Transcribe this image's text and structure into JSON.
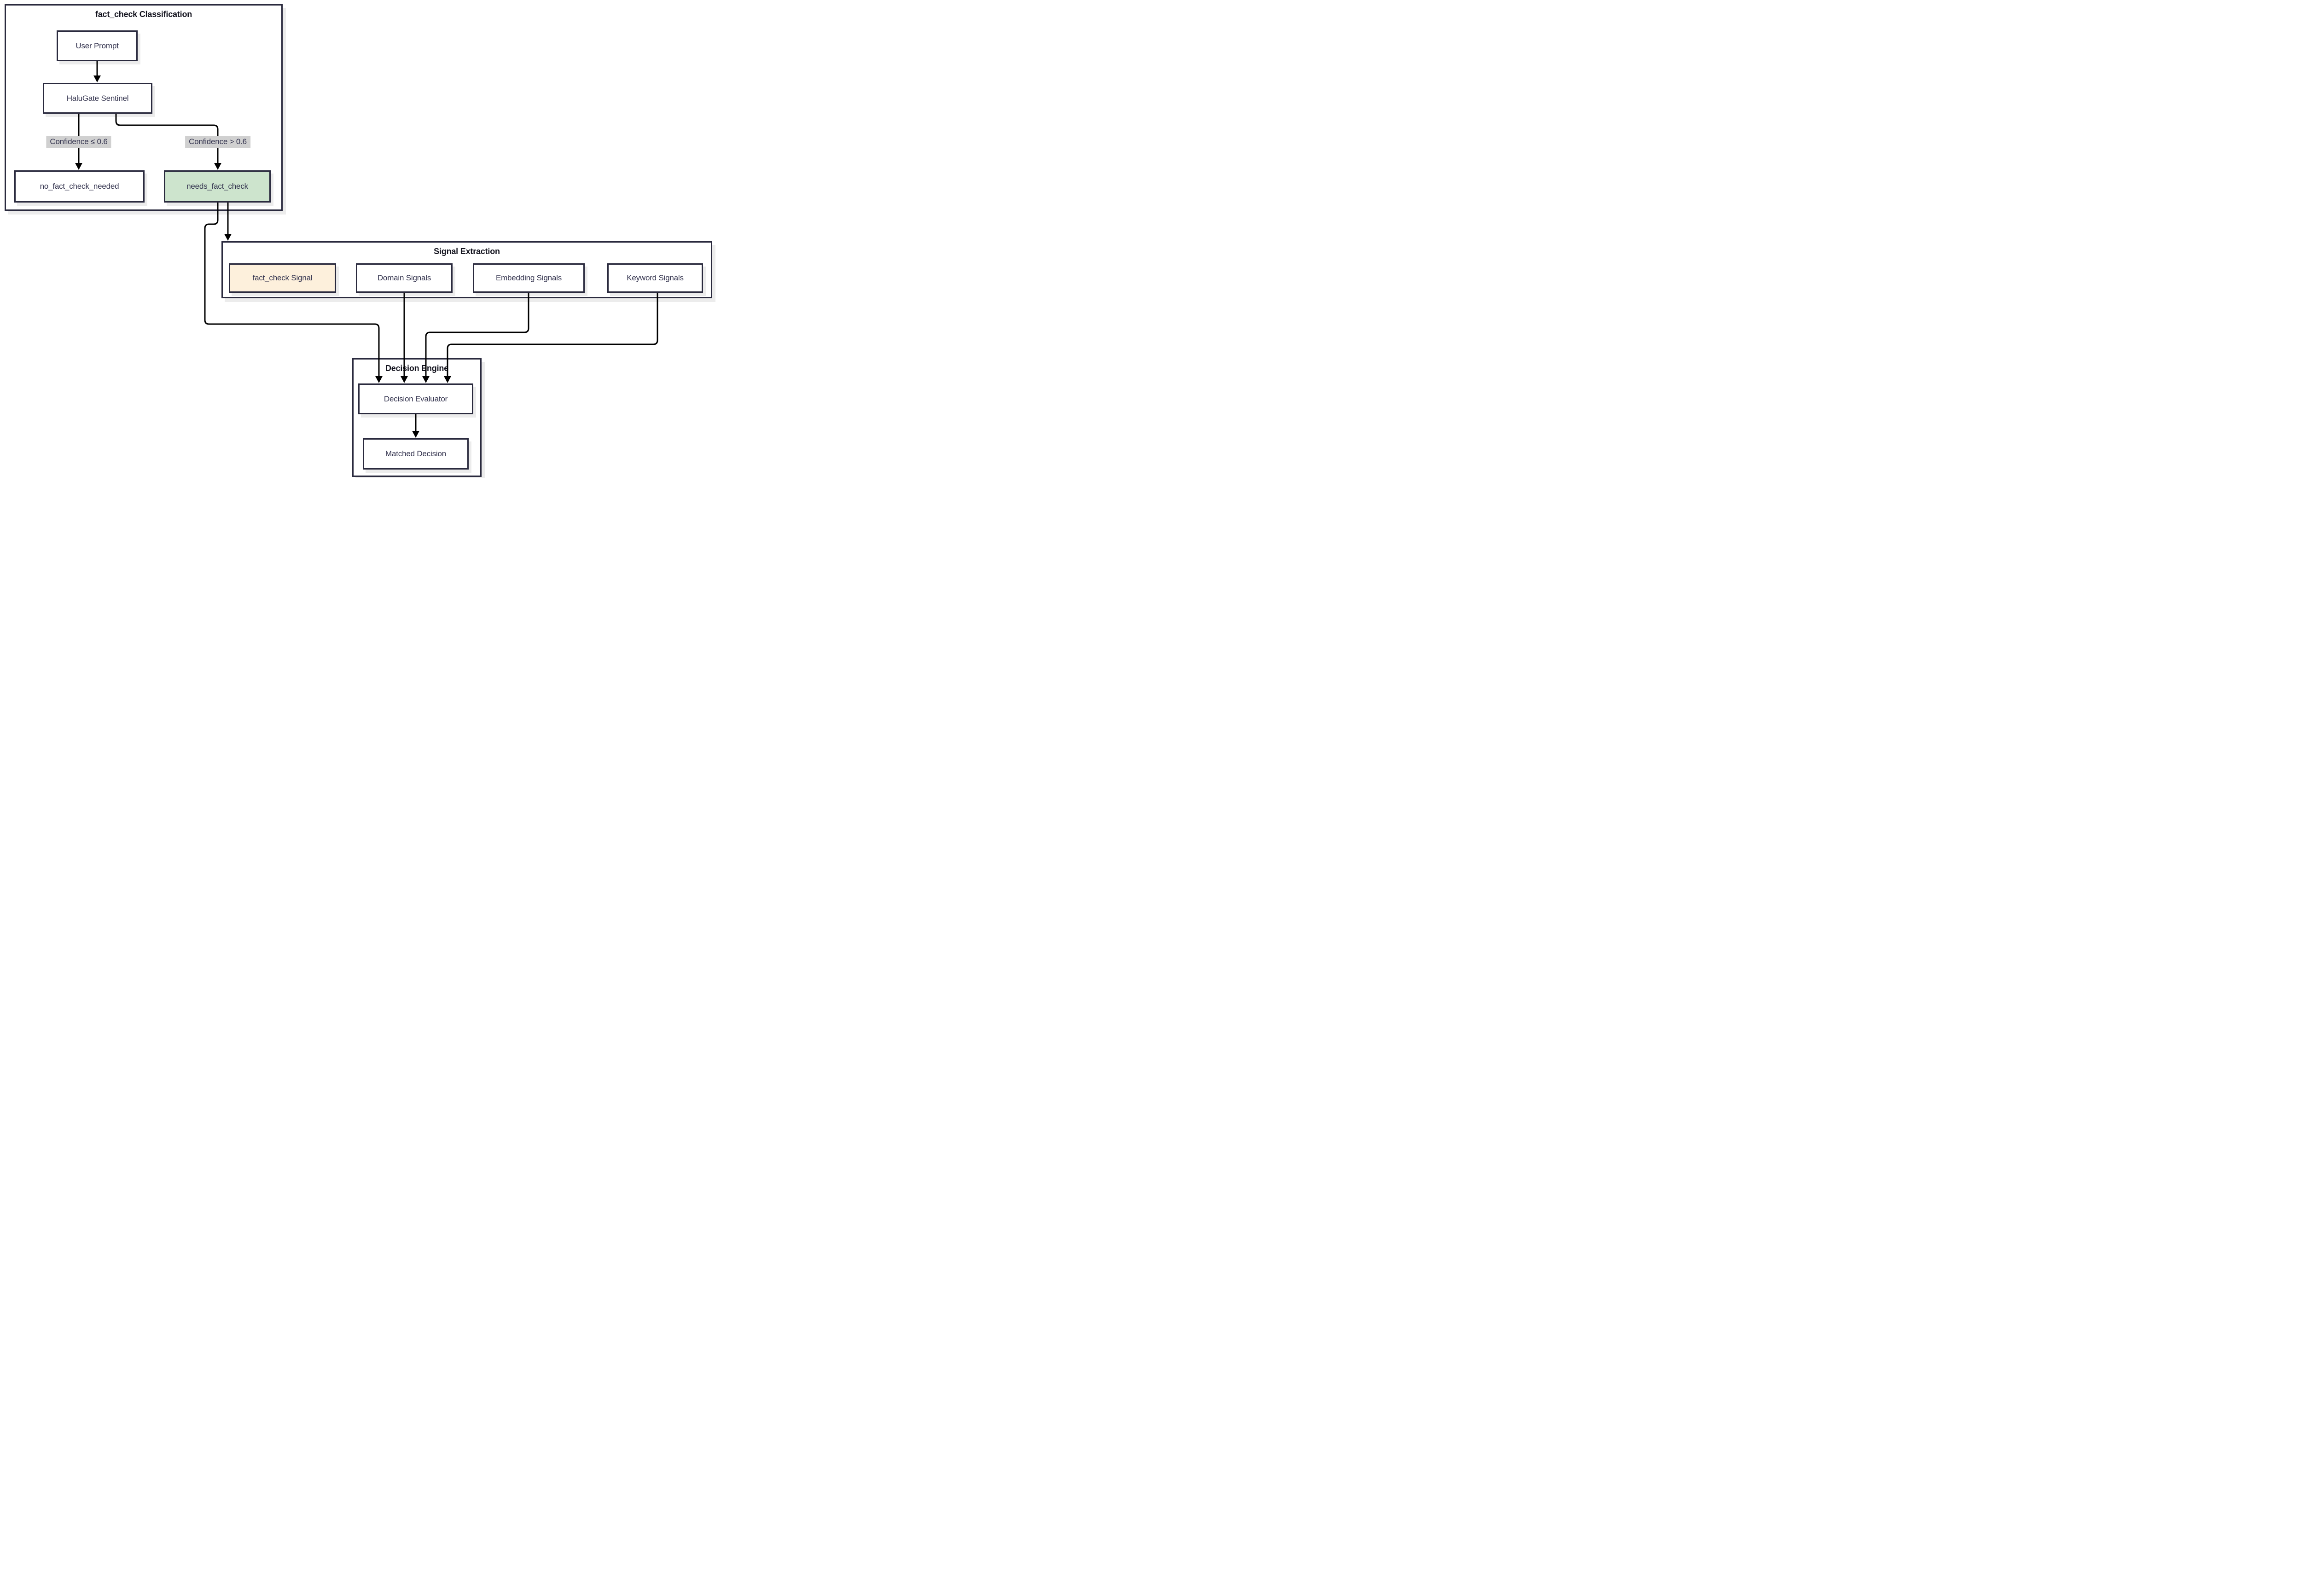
{
  "diagram": {
    "clusters": {
      "classification": {
        "title": "fact_check Classification"
      },
      "signal_extraction": {
        "title": "Signal Extraction"
      },
      "decision_engine": {
        "title": "Decision Engine"
      }
    },
    "nodes": {
      "user_prompt": {
        "label": "User Prompt",
        "fill": "#ffffff"
      },
      "halugate_sentinel": {
        "label": "HaluGate Sentinel",
        "fill": "#ffffff"
      },
      "no_fact_check_needed": {
        "label": "no_fact_check_needed",
        "fill": "#ffffff"
      },
      "needs_fact_check": {
        "label": "needs_fact_check",
        "fill": "#cde4cd"
      },
      "fact_check_signal": {
        "label": "fact_check Signal",
        "fill": "#fdf0dc"
      },
      "domain_signals": {
        "label": "Domain Signals",
        "fill": "#ffffff"
      },
      "embedding_signals": {
        "label": "Embedding Signals",
        "fill": "#ffffff"
      },
      "keyword_signals": {
        "label": "Keyword Signals",
        "fill": "#ffffff"
      },
      "decision_evaluator": {
        "label": "Decision Evaluator",
        "fill": "#ffffff"
      },
      "matched_decision": {
        "label": "Matched Decision",
        "fill": "#ffffff"
      }
    },
    "edge_labels": {
      "low_confidence": "Confidence ≤ 0.6",
      "high_confidence": "Confidence > 0.6"
    },
    "colors": {
      "node_border": "#2a2a3e",
      "node_text": "#33334e",
      "cluster_title_text": "#14141f",
      "edge_stroke": "#000000",
      "edge_label_bg": "#d0d0d0",
      "highlight_green": "#cde4cd",
      "highlight_cream": "#fdf0dc",
      "shadow": "#ececec",
      "background": "#ffffff"
    }
  }
}
